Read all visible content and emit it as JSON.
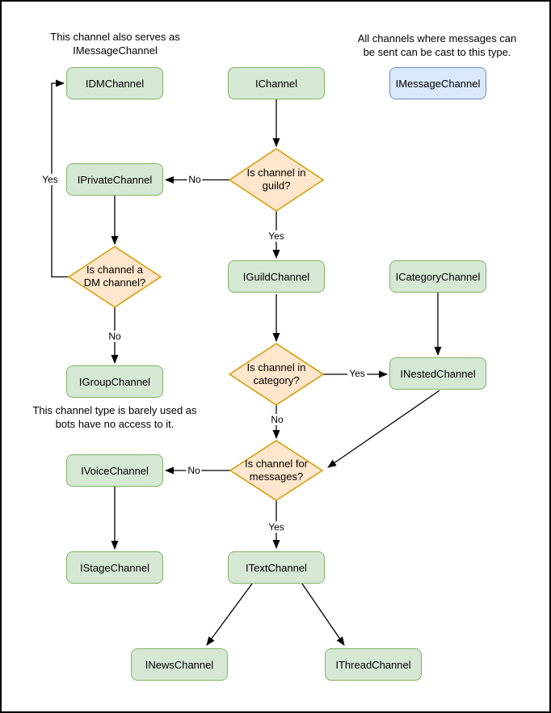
{
  "colors": {
    "node_fill": "#d5e8d4",
    "node_border": "#82b366",
    "decision_fill": "#ffe6cc",
    "decision_border": "#d79b00",
    "highlight_fill": "#dae8fc",
    "highlight_border": "#6c8ebf",
    "line": "#000000",
    "page_border": "#000000"
  },
  "nodes": [
    {
      "id": "idmchannel",
      "label": "IDMChannel"
    },
    {
      "id": "ichannel",
      "label": "IChannel"
    },
    {
      "id": "imessagechannel",
      "label": "IMessageChannel"
    },
    {
      "id": "iprivatechannel",
      "label": "IPrivateChannel"
    },
    {
      "id": "iguildchannel",
      "label": "IGuildChannel"
    },
    {
      "id": "icategorychannel",
      "label": "ICategoryChannel"
    },
    {
      "id": "igroupchannel",
      "label": "IGroupChannel"
    },
    {
      "id": "inestedchannel",
      "label": "INestedChannel"
    },
    {
      "id": "ivoicechannel",
      "label": "IVoiceChannel"
    },
    {
      "id": "istagechannel",
      "label": "IStageChannel"
    },
    {
      "id": "itextchannel",
      "label": "ITextChannel"
    },
    {
      "id": "inewschannel",
      "label": "INewsChannel"
    },
    {
      "id": "ithreadchannel",
      "label": "IThreadChannel"
    }
  ],
  "decisions": [
    {
      "id": "is-in-guild",
      "label": "Is channel in\nguild?"
    },
    {
      "id": "is-dm",
      "label": "Is channel a\nDM channel?"
    },
    {
      "id": "is-in-category",
      "label": "Is channel in\ncategory?"
    },
    {
      "id": "is-for-messages",
      "label": "Is channel for\nmessages?"
    }
  ],
  "edge_labels": [
    {
      "text": "Yes"
    },
    {
      "text": "No"
    },
    {
      "text": "Yes"
    },
    {
      "text": "No"
    },
    {
      "text": "Yes"
    },
    {
      "text": "No"
    },
    {
      "text": "No"
    },
    {
      "text": "Yes"
    }
  ],
  "annotations": [
    {
      "text": "This channel also serves as\nIMessageChannel"
    },
    {
      "text": "All channels where messages can\nbe sent can be cast to this type."
    },
    {
      "text": "This channel type is barely used as\nbots have no access to it."
    }
  ]
}
